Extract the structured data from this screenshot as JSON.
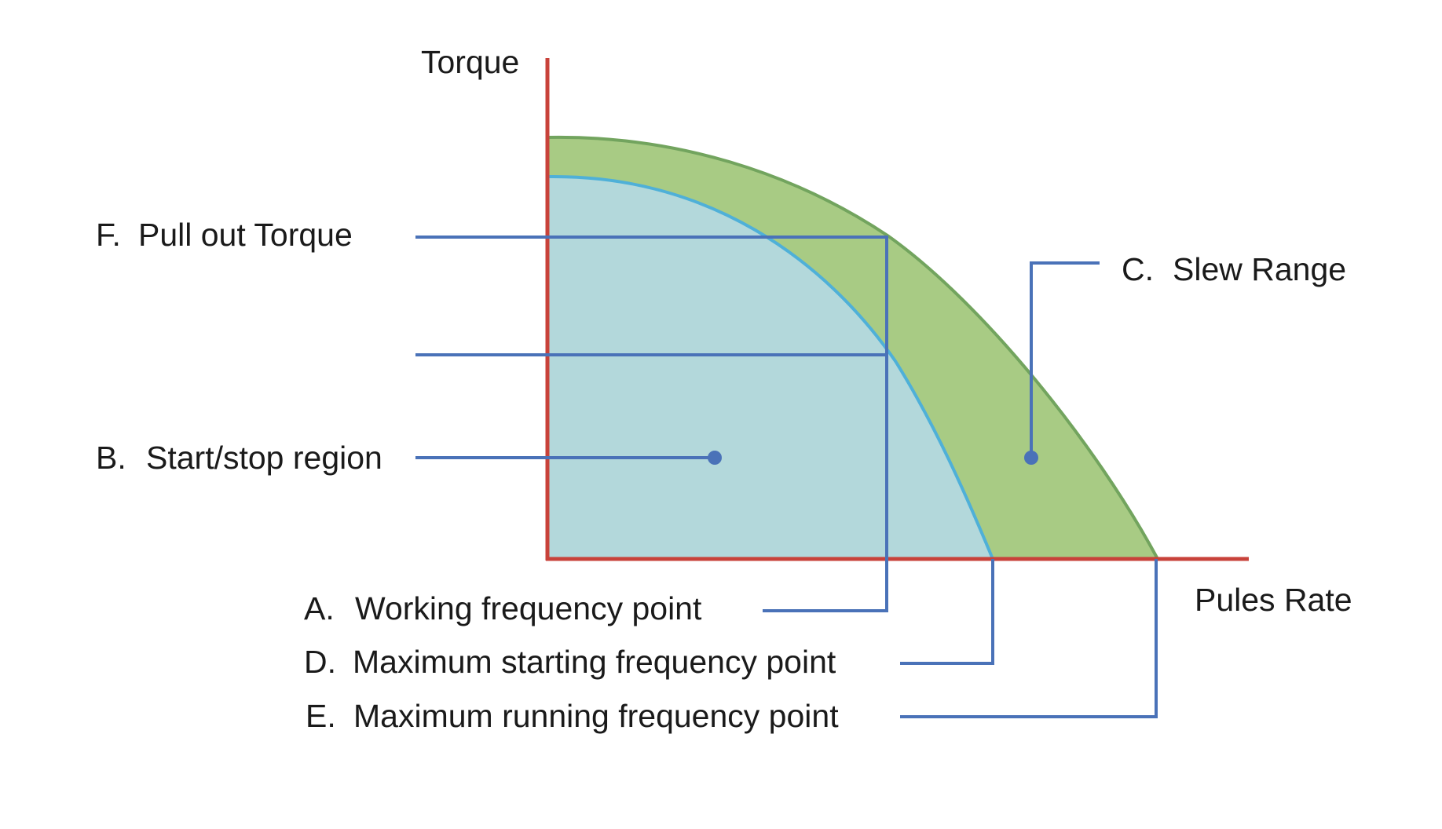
{
  "axes": {
    "y_label": "Torque",
    "x_label": "Pules Rate"
  },
  "labels": {
    "F": {
      "letter": "F.",
      "text": "Pull out Torque"
    },
    "B": {
      "letter": "B.",
      "text": "Start/stop region"
    },
    "C": {
      "letter": "C.",
      "text": "Slew Range"
    },
    "A": {
      "letter": "A.",
      "text": "Working frequency point"
    },
    "D": {
      "letter": "D.",
      "text": "Maximum starting frequency point"
    },
    "E": {
      "letter": "E.",
      "text": "Maximum running frequency point"
    }
  },
  "colors": {
    "axis": "#c8423a",
    "leader": "#4a72b8",
    "pullout_fill": "#a8cb84",
    "pullout_edge": "#72a45e",
    "pullin_fill": "#b3d8db",
    "pullin_edge": "#4fb0d8"
  }
}
